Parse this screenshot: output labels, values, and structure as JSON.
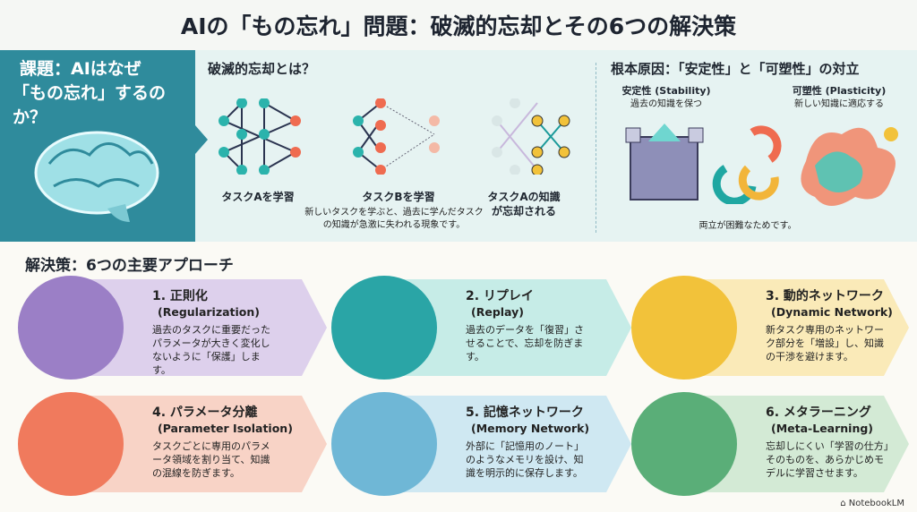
{
  "title": "AIの「もの忘れ」問題：破滅的忘却とその6つの解決策",
  "issue": {
    "line1": "課題：AIはなぜ",
    "line2": "「もの忘れ」するのか？"
  },
  "catastrophic": {
    "heading": "破滅的忘却とは？",
    "steps": [
      "タスクAを学習",
      "タスクBを学習",
      "タスクAの知識が忘却される"
    ],
    "description": "新しいタスクを学ぶと、過去に学んだタスクの知識が急激に失われる現象です。"
  },
  "root_cause": {
    "heading": "根本原因：「安定性」と「可塑性」の対立",
    "stability": {
      "label": "安定性 (Stability)",
      "desc": "過去の知識を保つ"
    },
    "plasticity": {
      "label": "可塑性 (Plasticity)",
      "desc": "新しい知識に適応する"
    },
    "note": "両立が困難なためです。"
  },
  "solutions": {
    "heading": "解決策：6つの主要アプローチ",
    "items": [
      {
        "title": "1. 正則化",
        "en": "(Regularization)",
        "desc": "過去のタスクに重要だったパラメータが大きく変化しないように「保護」します。",
        "color": "#ddd0ec",
        "circle": "#9b7fc6"
      },
      {
        "title": "2. リプレイ",
        "en": "(Replay)",
        "desc": "過去のデータを「復習」させることで、忘却を防ぎます。",
        "color": "#c6ece7",
        "circle": "#2aa5a6"
      },
      {
        "title": "3. 動的ネットワーク",
        "en": "(Dynamic Network)",
        "desc": "新タスク専用のネットワーク部分を「増設」し、知識の干渉を避けます。",
        "color": "#faeab8",
        "circle": "#f2c23a"
      },
      {
        "title": "4. パラメータ分離",
        "en": "(Parameter Isolation)",
        "desc": "タスクごとに専用のパラメータ領域を割り当て、知識の混線を防ぎます。",
        "color": "#f8d3c6",
        "circle": "#f07a5d"
      },
      {
        "title": "5. 記憶ネットワーク",
        "en": "(Memory Network)",
        "desc": "外部に「記憶用のノート」のようなメモリを設け、知識を明示的に保存します。",
        "color": "#cfe8f2",
        "circle": "#6fb7d6"
      },
      {
        "title": "6. メタラーニング",
        "en": "(Meta-Learning)",
        "desc": "忘却しにくい「学習の仕方」そのものを、あらかじめモデルに学習させます。",
        "color": "#d3ead5",
        "circle": "#5aae78"
      }
    ]
  },
  "footer": "NotebookLM"
}
